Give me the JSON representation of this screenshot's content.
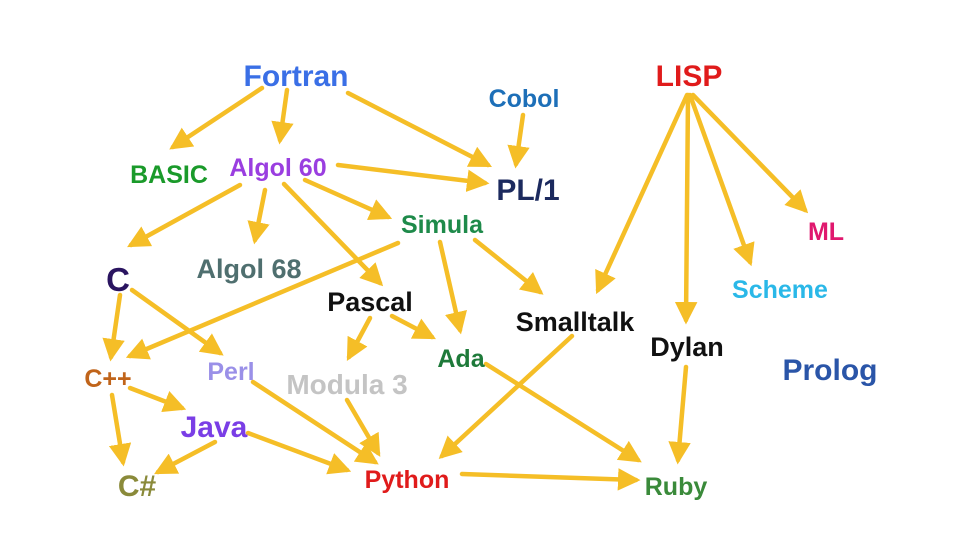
{
  "nodes": [
    {
      "id": "fortran",
      "label": "Fortran",
      "color": "#3a6fe6"
    },
    {
      "id": "cobol",
      "label": "Cobol",
      "color": "#1d6fb8"
    },
    {
      "id": "lisp",
      "label": "LISP",
      "color": "#e01b1b"
    },
    {
      "id": "basic",
      "label": "BASIC",
      "color": "#1a9a2a"
    },
    {
      "id": "algol60",
      "label": "Algol 60",
      "color": "#9a3ee0"
    },
    {
      "id": "pl1",
      "label": "PL/1",
      "color": "#1c2a5e"
    },
    {
      "id": "simula",
      "label": "Simula",
      "color": "#1e8a4a"
    },
    {
      "id": "ml",
      "label": "ML",
      "color": "#e0186e"
    },
    {
      "id": "c",
      "label": "C",
      "color": "#2a1460"
    },
    {
      "id": "algol68",
      "label": "Algol 68",
      "color": "#4f6f6f"
    },
    {
      "id": "scheme",
      "label": "Scheme",
      "color": "#2ab8e8"
    },
    {
      "id": "pascal",
      "label": "Pascal",
      "color": "#111111"
    },
    {
      "id": "smalltalk",
      "label": "Smalltalk",
      "color": "#111111"
    },
    {
      "id": "dylan",
      "label": "Dylan",
      "color": "#111111"
    },
    {
      "id": "ada",
      "label": "Ada",
      "color": "#1e7a3a"
    },
    {
      "id": "prolog",
      "label": "Prolog",
      "color": "#2a55a8"
    },
    {
      "id": "cpp",
      "label": "C++",
      "color": "#c0641a"
    },
    {
      "id": "perl",
      "label": "Perl",
      "color": "#9a90e8"
    },
    {
      "id": "modula3",
      "label": "Modula 3",
      "color": "#c4c4c4"
    },
    {
      "id": "java",
      "label": "Java",
      "color": "#7a3ee6"
    },
    {
      "id": "csharp",
      "label": "C#",
      "color": "#8a8a3a"
    },
    {
      "id": "python",
      "label": "Python",
      "color": "#e01b1b"
    },
    {
      "id": "ruby",
      "label": "Ruby",
      "color": "#3a8a3a"
    }
  ],
  "edges": [
    [
      "fortran",
      "basic"
    ],
    [
      "fortran",
      "algol60"
    ],
    [
      "fortran",
      "pl1"
    ],
    [
      "cobol",
      "pl1"
    ],
    [
      "algol60",
      "pl1"
    ],
    [
      "algol60",
      "simula"
    ],
    [
      "algol60",
      "c"
    ],
    [
      "algol60",
      "algol68"
    ],
    [
      "algol60",
      "pascal"
    ],
    [
      "simula",
      "smalltalk"
    ],
    [
      "simula",
      "ada"
    ],
    [
      "simula",
      "cpp"
    ],
    [
      "lisp",
      "smalltalk"
    ],
    [
      "lisp",
      "dylan"
    ],
    [
      "lisp",
      "scheme"
    ],
    [
      "lisp",
      "ml"
    ],
    [
      "c",
      "cpp"
    ],
    [
      "c",
      "perl"
    ],
    [
      "pascal",
      "ada"
    ],
    [
      "pascal",
      "modula3"
    ],
    [
      "cpp",
      "java"
    ],
    [
      "cpp",
      "csharp"
    ],
    [
      "java",
      "csharp"
    ],
    [
      "java",
      "python"
    ],
    [
      "perl",
      "python"
    ],
    [
      "modula3",
      "python"
    ],
    [
      "smalltalk",
      "python"
    ],
    [
      "ada",
      "ruby"
    ],
    [
      "dylan",
      "ruby"
    ],
    [
      "python",
      "ruby"
    ]
  ],
  "edge_color": "#f5be27"
}
